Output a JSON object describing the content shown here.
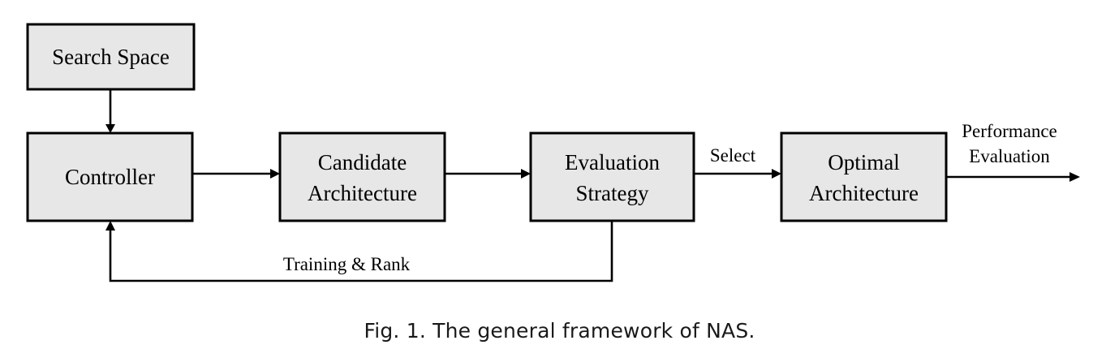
{
  "nodes": {
    "search_space": {
      "lines": [
        "Search Space"
      ]
    },
    "controller": {
      "lines": [
        "Controller"
      ]
    },
    "candidate": {
      "lines": [
        "Candidate",
        "Architecture"
      ]
    },
    "evaluation": {
      "lines": [
        "Evaluation",
        "Strategy"
      ]
    },
    "optimal": {
      "lines": [
        "Optimal",
        "Architecture"
      ]
    }
  },
  "edge_labels": {
    "select": "Select",
    "performance_line1": "Performance",
    "performance_line2": "Evaluation",
    "feedback": "Training & Rank"
  },
  "caption": "Fig. 1.  The general framework of NAS.",
  "colors": {
    "box_fill": "#e7e7e7",
    "stroke": "#000000"
  }
}
